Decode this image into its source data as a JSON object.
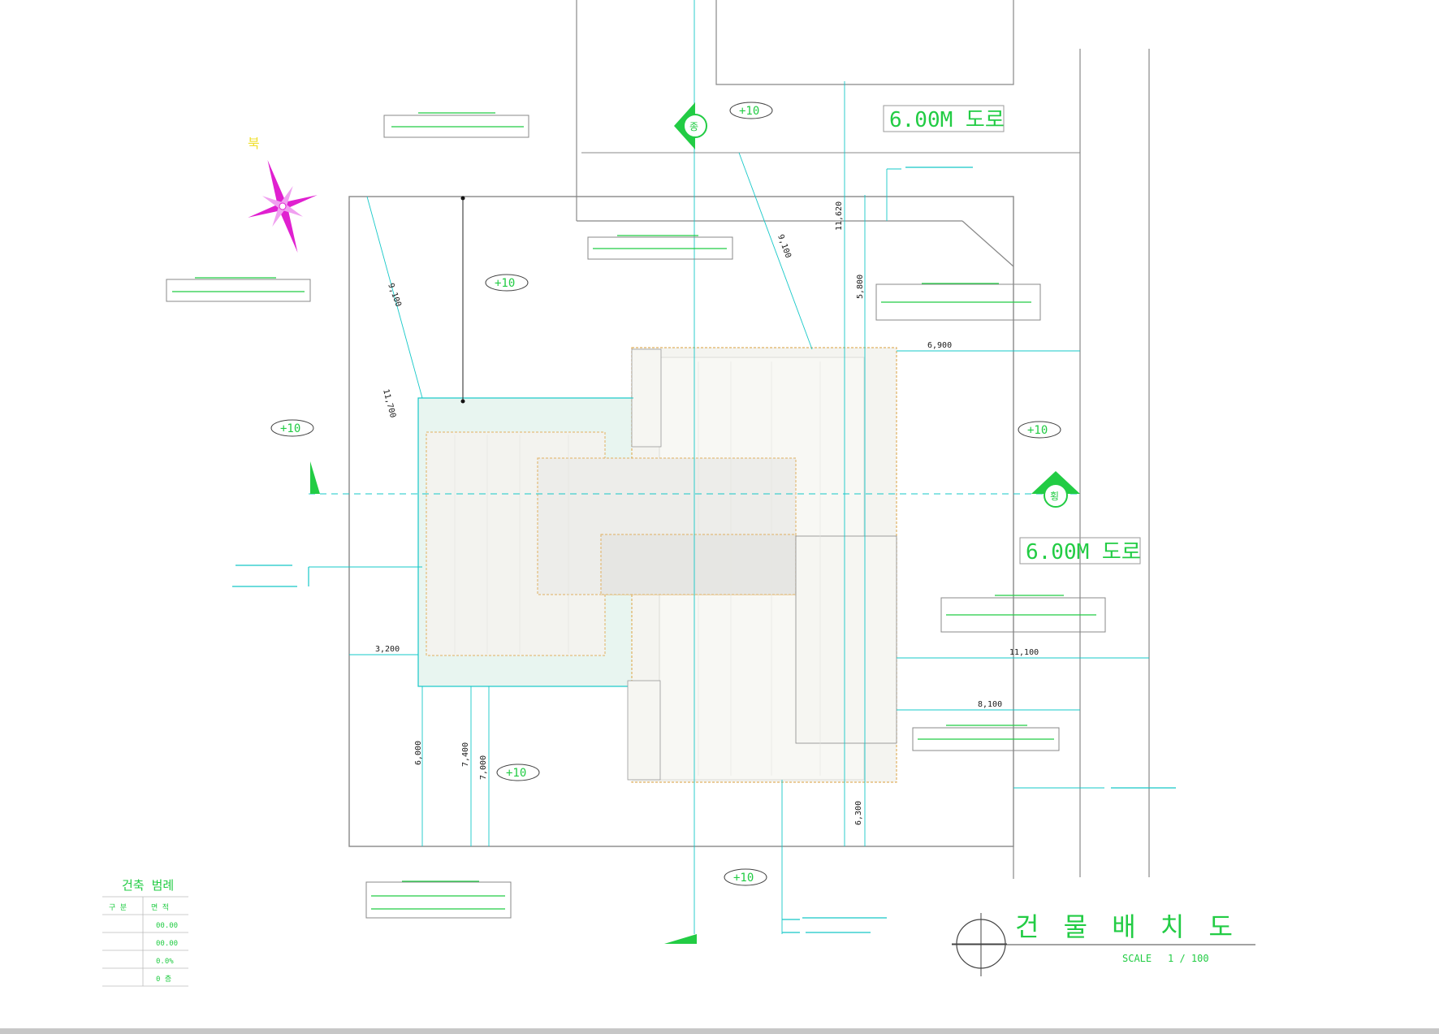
{
  "drawing": {
    "title": "건 물 배 치 도",
    "scale_label": "SCALE",
    "scale_value": "1 / 100"
  },
  "roads": {
    "north": "6.00M 도로",
    "east": "6.00M 도로"
  },
  "direction_markers": {
    "north_arrow_letter": "북",
    "section_letter_1": "종",
    "section_letter_2": "횡"
  },
  "elevation_tag": "+10",
  "dimensions": {
    "top_setback": "6,900",
    "left_offset": "3,200",
    "right_long": "11,100",
    "right_short": "8,100",
    "v_top_1": "5,800",
    "v_top_2": "11,620",
    "diag_1": "9,100",
    "diag_2": "11,700",
    "diag_3": "9,100",
    "v_bottom_1": "6,000",
    "v_bottom_2": "7,400",
    "v_bottom_3": "7,000",
    "v_bottom_right": "6,300"
  },
  "summary_table": {
    "title": "건축 범례",
    "header": [
      "구 분",
      "면 적"
    ],
    "rows": [
      [
        "",
        "00.00"
      ],
      [
        "",
        "00.00"
      ],
      [
        "",
        "0.0%"
      ],
      [
        "",
        "0 층"
      ]
    ]
  },
  "colors": {
    "cad_green": "#22cc44",
    "cad_cyan": "#16c8c8",
    "compass_magenta": "#e020d0",
    "compass_yellow": "#f0e030",
    "building_outline": "#e0b060"
  }
}
